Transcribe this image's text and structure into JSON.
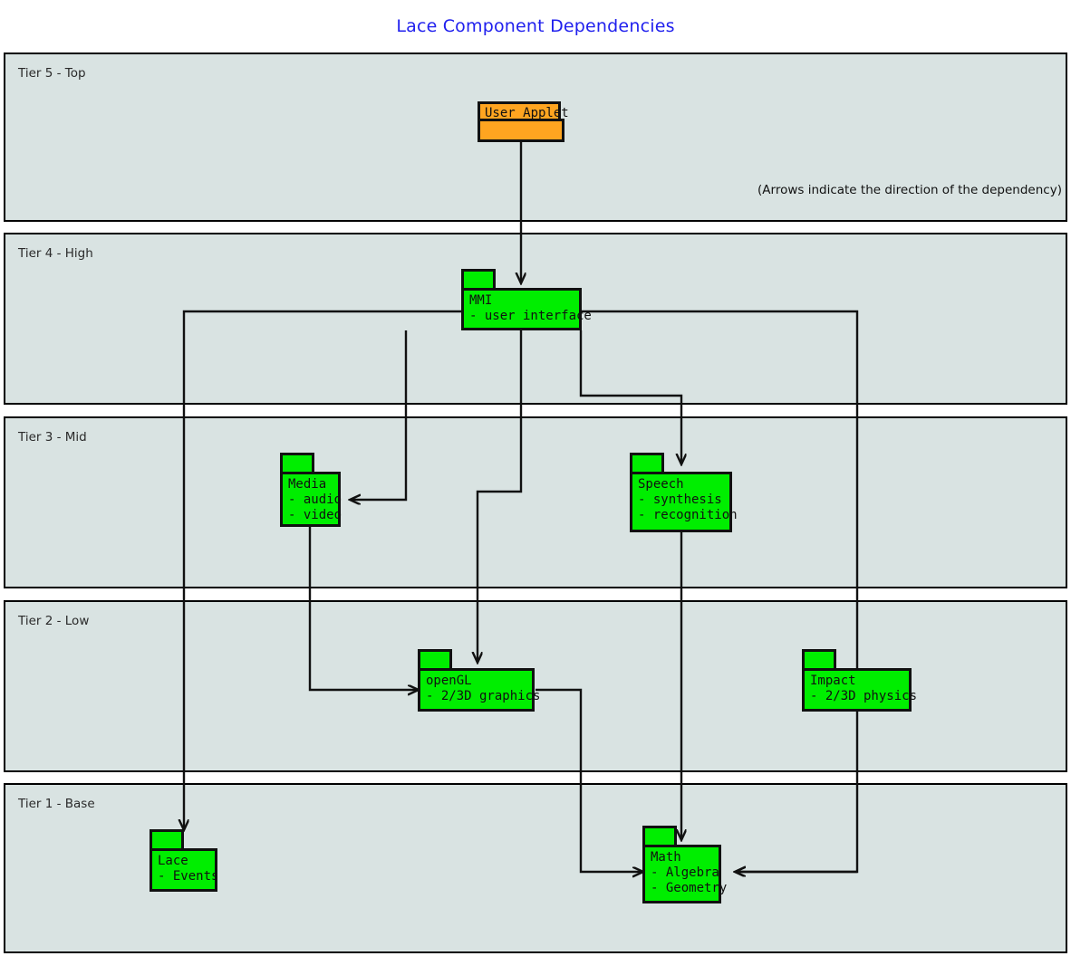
{
  "diagram": {
    "title": "Lace Component Dependencies",
    "title_color": "#2020ee",
    "note": "(Arrows indicate the direction of the dependency)",
    "background": "#ffffff",
    "tier_fill": "#d9e3e2",
    "package_fill": "#00ee00",
    "applet_fill": "#ffa520",
    "stroke": "#111111"
  },
  "tiers": [
    {
      "id": "tier5",
      "label": "Tier 5 - Top"
    },
    {
      "id": "tier4",
      "label": "Tier 4 - High"
    },
    {
      "id": "tier3",
      "label": "Tier 3 - Mid"
    },
    {
      "id": "tier2",
      "label": "Tier 2 - Low"
    },
    {
      "id": "tier1",
      "label": "Tier 1 - Base"
    }
  ],
  "packages": [
    {
      "id": "user-applet",
      "tier": "tier5",
      "name": "User Applet",
      "items": [],
      "label": "User Applet"
    },
    {
      "id": "mmi",
      "tier": "tier4",
      "name": "MMI",
      "items": [
        "- user interface"
      ],
      "label": "MMI\n- user interface"
    },
    {
      "id": "media",
      "tier": "tier3",
      "name": "Media",
      "items": [
        "- audio",
        "- video"
      ],
      "label": "Media\n- audio\n- video"
    },
    {
      "id": "speech",
      "tier": "tier3",
      "name": "Speech",
      "items": [
        "- synthesis",
        "- recognition"
      ],
      "label": "Speech\n- synthesis\n- recognition"
    },
    {
      "id": "opengl",
      "tier": "tier2",
      "name": "openGL",
      "items": [
        "- 2/3D graphics"
      ],
      "label": "openGL\n- 2/3D graphics"
    },
    {
      "id": "impact",
      "tier": "tier2",
      "name": "Impact",
      "items": [
        "- 2/3D physics"
      ],
      "label": "Impact\n- 2/3D physics"
    },
    {
      "id": "lace",
      "tier": "tier1",
      "name": "Lace",
      "items": [
        "- Events"
      ],
      "label": "Lace\n- Events"
    },
    {
      "id": "math",
      "tier": "tier1",
      "name": "Math",
      "items": [
        "- Algebra",
        "- Geometry"
      ],
      "label": "Math\n- Algebra\n- Geometry"
    }
  ],
  "dependencies": [
    {
      "from": "user-applet",
      "to": "mmi"
    },
    {
      "from": "mmi",
      "to": "media"
    },
    {
      "from": "mmi",
      "to": "speech"
    },
    {
      "from": "mmi",
      "to": "opengl"
    },
    {
      "from": "mmi",
      "to": "lace"
    },
    {
      "from": "mmi",
      "to": "math"
    },
    {
      "from": "media",
      "to": "opengl"
    },
    {
      "from": "speech",
      "to": "math"
    },
    {
      "from": "opengl",
      "to": "math"
    },
    {
      "from": "impact",
      "to": "math"
    }
  ]
}
